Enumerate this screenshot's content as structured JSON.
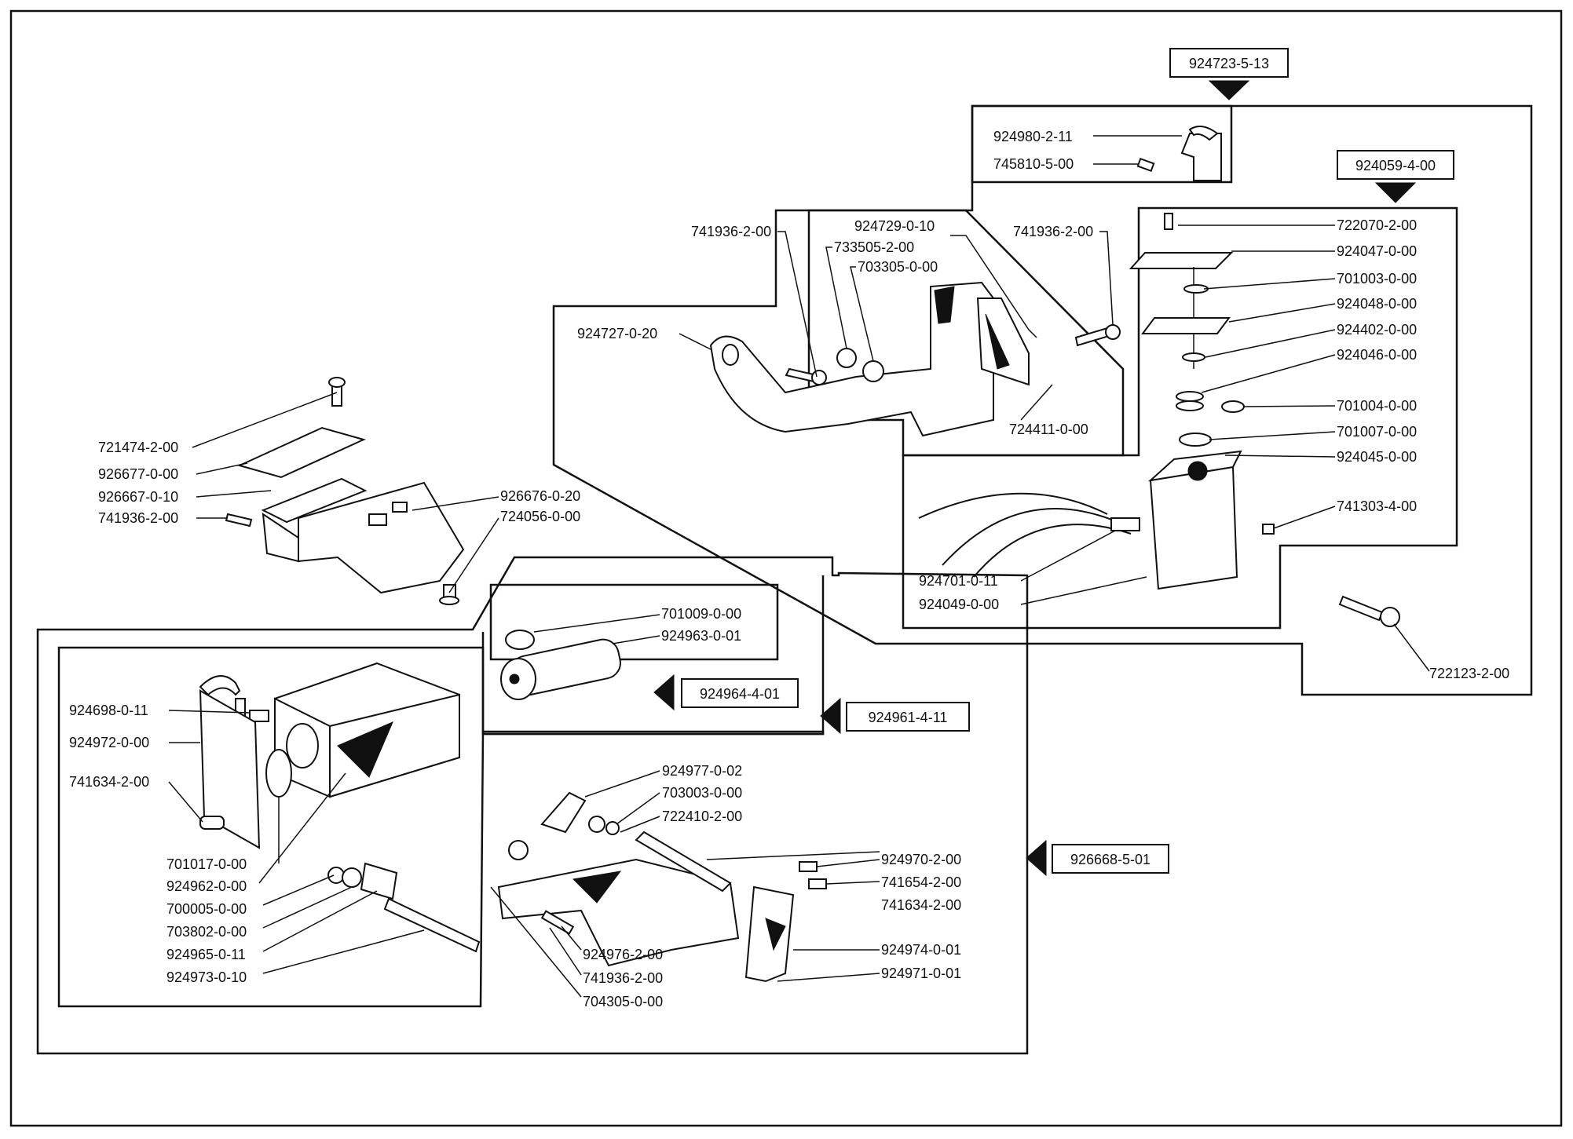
{
  "diagram": {
    "assembly_refs": {
      "top_assembly": "924723-5-13",
      "valve_assembly": "924059-4-00",
      "adjust_assembly": "924964-4-01",
      "cylinder_assembly": "924961-4-11",
      "bracket_assembly": "926668-5-01"
    },
    "labels": {
      "p924980": "924980-2-11",
      "p745810": "745810-5-00",
      "p722070": "722070-2-00",
      "p924047": "924047-0-00",
      "p701003": "701003-0-00",
      "p924048": "924048-0-00",
      "p924402": "924402-0-00",
      "p924046": "924046-0-00",
      "p701004": "701004-0-00",
      "p701007": "701007-0-00",
      "p924045": "924045-0-00",
      "p741303": "741303-4-00",
      "p924701": "924701-0-11",
      "p924049": "924049-0-00",
      "p722123": "722123-2-00",
      "p741936_a": "741936-2-00",
      "p733505": "733505-2-00",
      "p703305": "703305-0-00",
      "p924729": "924729-0-10",
      "p741936_b": "741936-2-00",
      "p924727": "924727-0-20",
      "p724411": "724411-0-00",
      "p721474": "721474-2-00",
      "p926677": "926677-0-00",
      "p926667": "926667-0-10",
      "p741936_c": "741936-2-00",
      "p926676": "926676-0-20",
      "p724056": "724056-0-00",
      "p701009": "701009-0-00",
      "p924963": "924963-0-01",
      "p924698": "924698-0-11",
      "p924972": "924972-0-00",
      "p741634_a": "741634-2-00",
      "p701017": "701017-0-00",
      "p924962": "924962-0-00",
      "p700005": "700005-0-00",
      "p703802": "703802-0-00",
      "p924965": "924965-0-11",
      "p924973": "924973-0-10",
      "p924977": "924977-0-02",
      "p703003": "703003-0-00",
      "p722410": "722410-2-00",
      "p924970": "924970-2-00",
      "p741654": "741654-2-00",
      "p741634_b": "741634-2-00",
      "p924974": "924974-0-01",
      "p924971": "924971-0-01",
      "p924976": "924976-2-00",
      "p741936_d": "741936-2-00",
      "p704305": "704305-0-00"
    }
  }
}
